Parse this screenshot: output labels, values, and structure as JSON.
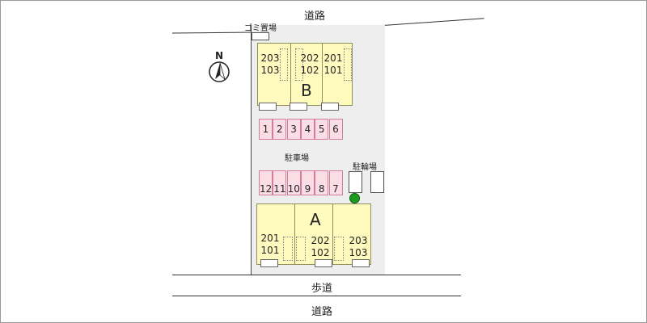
{
  "roads": {
    "top_road": "道路",
    "sidewalk": "歩道",
    "bottom_road": "道路"
  },
  "facilities": {
    "garbage": "ゴミ置場",
    "parking": "駐車場",
    "bicycle": "駐輪場"
  },
  "compass": {
    "label": "N"
  },
  "building_b": {
    "name": "B",
    "units": [
      {
        "upper": "203",
        "lower": "103"
      },
      {
        "upper": "202",
        "lower": "102"
      },
      {
        "upper": "201",
        "lower": "101"
      }
    ]
  },
  "building_a": {
    "name": "A",
    "units": [
      {
        "upper": "201",
        "lower": "101"
      },
      {
        "upper": "202",
        "lower": "102"
      },
      {
        "upper": "203",
        "lower": "103"
      }
    ]
  },
  "parking_top": [
    "1",
    "2",
    "3",
    "4",
    "5",
    "6"
  ],
  "parking_bottom": [
    "12",
    "11",
    "10",
    "9",
    "8",
    "7"
  ],
  "colors": {
    "building_fill": "#fffbbf",
    "parking_fill": "#fbdde6",
    "lot_fill": "#eeeeee",
    "tree": "#1d9a1d"
  }
}
